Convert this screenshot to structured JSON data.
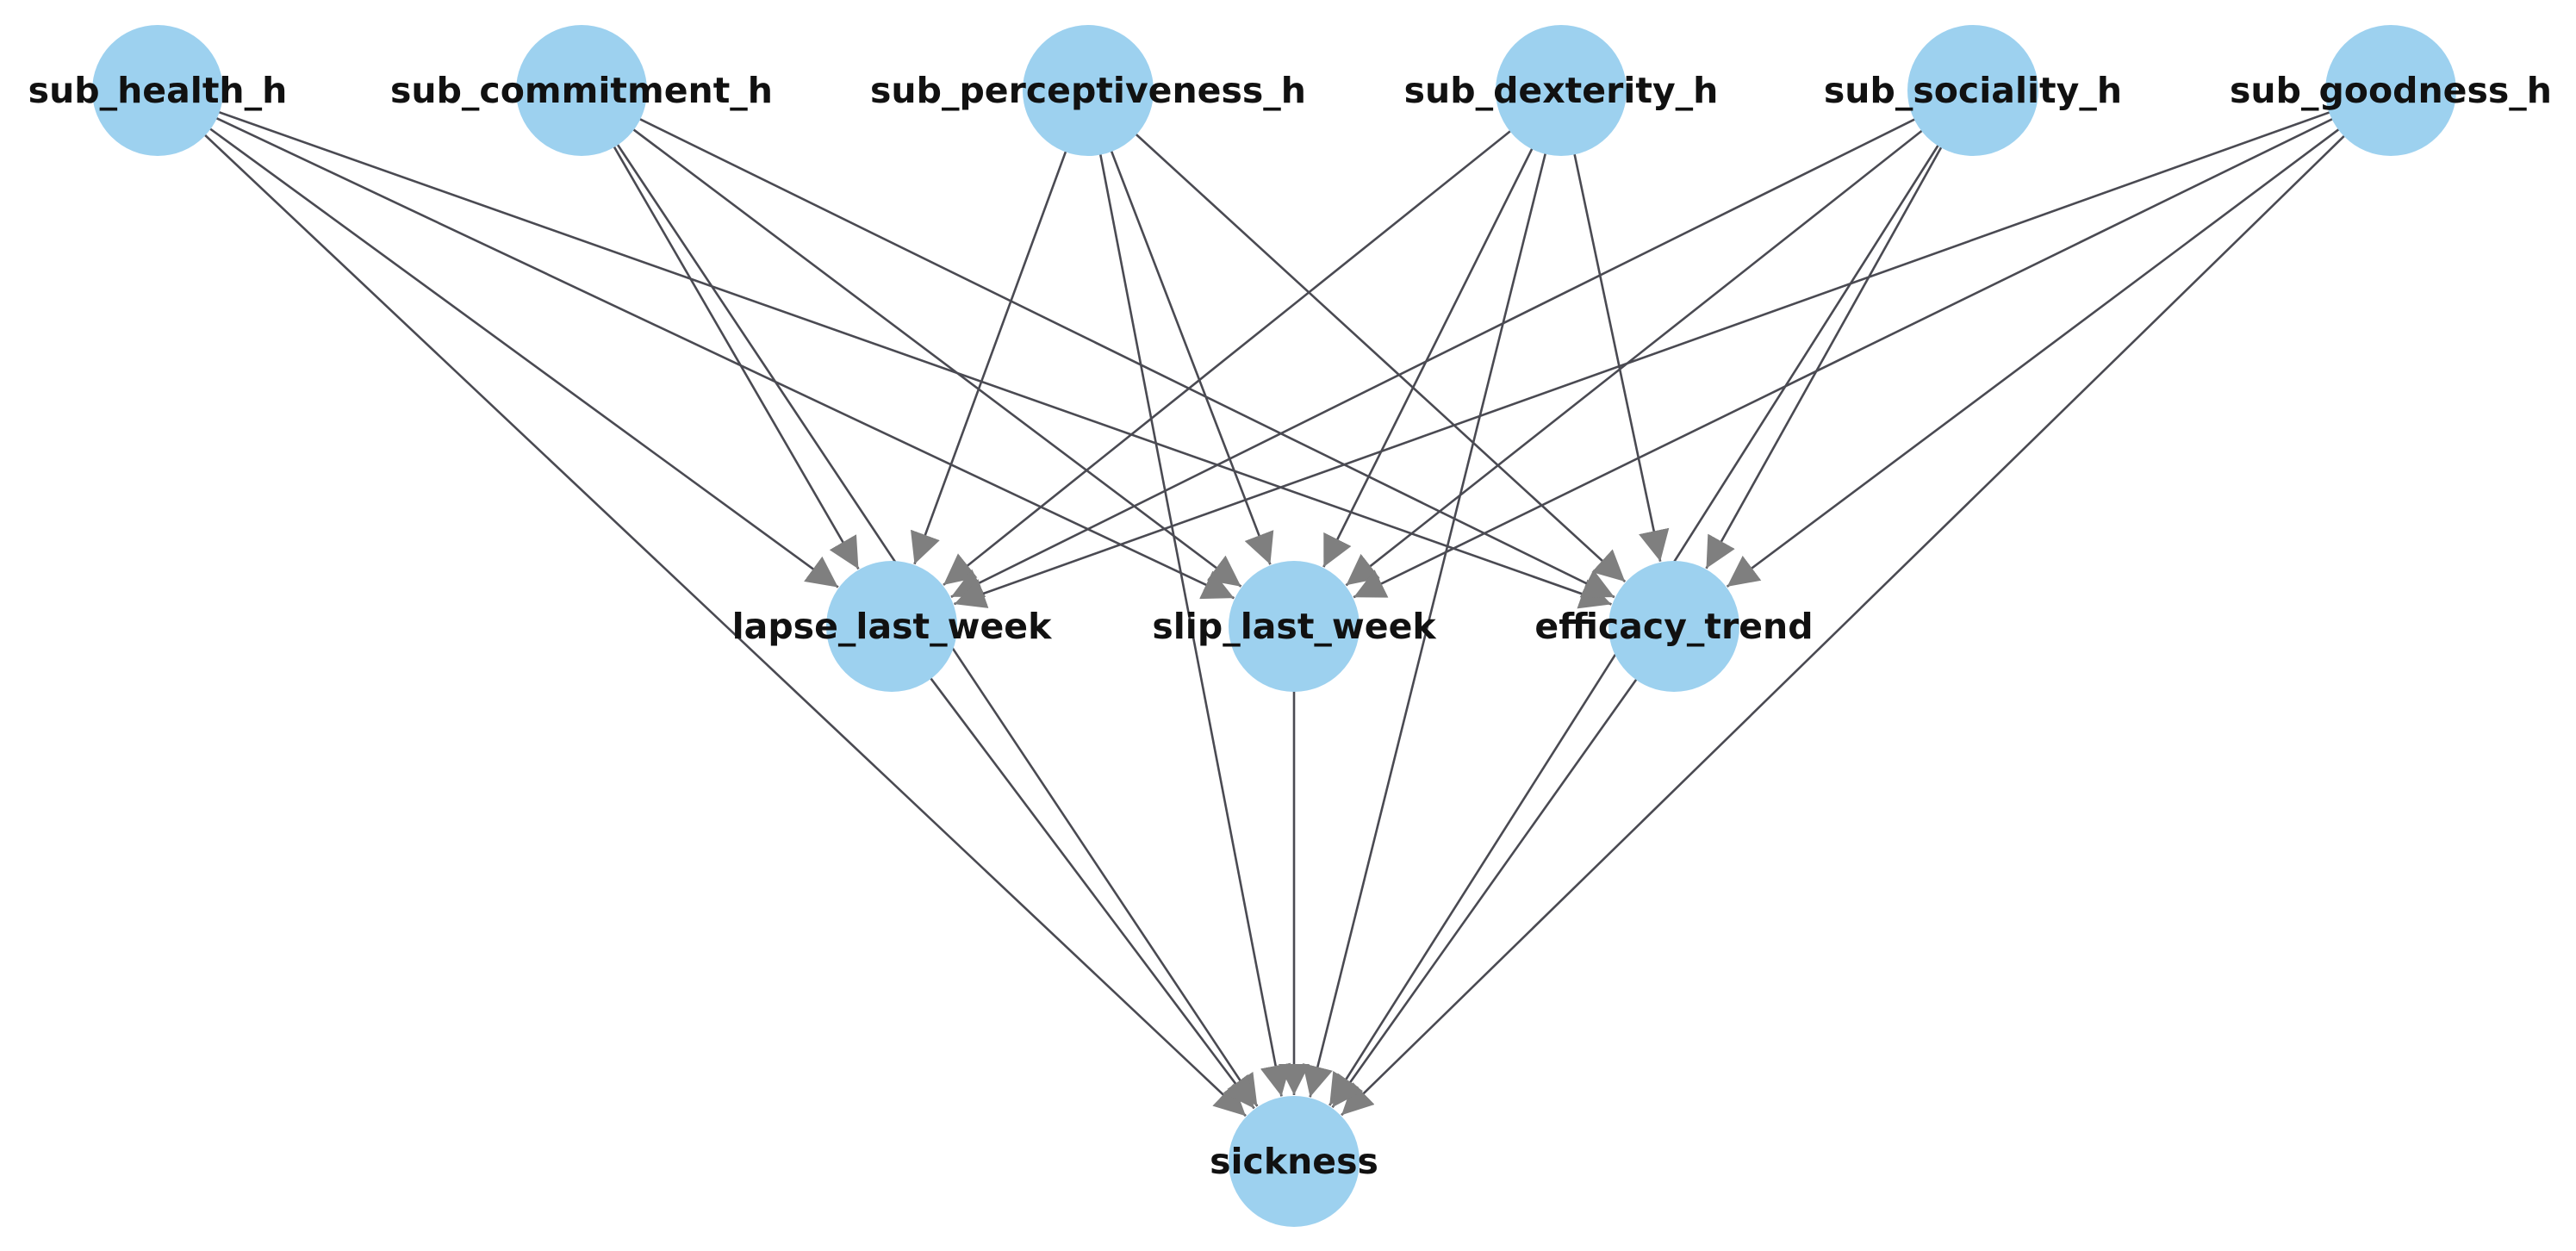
{
  "diagram": {
    "title": "",
    "colors": {
      "node_fill": "#9dd1ef",
      "edge": "#4a4a52",
      "arrowhead": "#7f7f7f",
      "label": "#111111",
      "background": "#ffffff"
    },
    "nodes": [
      {
        "id": "sub_health_h",
        "label": "sub_health_h",
        "layer": 0
      },
      {
        "id": "sub_commitment_h",
        "label": "sub_commitment_h",
        "layer": 0
      },
      {
        "id": "sub_perceptiveness_h",
        "label": "sub_perceptiveness_h",
        "layer": 0
      },
      {
        "id": "sub_dexterity_h",
        "label": "sub_dexterity_h",
        "layer": 0
      },
      {
        "id": "sub_sociality_h",
        "label": "sub_sociality_h",
        "layer": 0
      },
      {
        "id": "sub_goodness_h",
        "label": "sub_goodness_h",
        "layer": 0
      },
      {
        "id": "lapse_last_week",
        "label": "lapse_last_week",
        "layer": 1
      },
      {
        "id": "slip_last_week",
        "label": "slip_last_week",
        "layer": 1
      },
      {
        "id": "efficacy_trend",
        "label": "efficacy_trend",
        "layer": 1
      },
      {
        "id": "sickness",
        "label": "sickness",
        "layer": 2
      }
    ],
    "edges": [
      {
        "from": "sub_health_h",
        "to": "lapse_last_week"
      },
      {
        "from": "sub_health_h",
        "to": "slip_last_week"
      },
      {
        "from": "sub_health_h",
        "to": "efficacy_trend"
      },
      {
        "from": "sub_health_h",
        "to": "sickness"
      },
      {
        "from": "sub_commitment_h",
        "to": "lapse_last_week"
      },
      {
        "from": "sub_commitment_h",
        "to": "slip_last_week"
      },
      {
        "from": "sub_commitment_h",
        "to": "efficacy_trend"
      },
      {
        "from": "sub_commitment_h",
        "to": "sickness"
      },
      {
        "from": "sub_perceptiveness_h",
        "to": "lapse_last_week"
      },
      {
        "from": "sub_perceptiveness_h",
        "to": "slip_last_week"
      },
      {
        "from": "sub_perceptiveness_h",
        "to": "efficacy_trend"
      },
      {
        "from": "sub_perceptiveness_h",
        "to": "sickness"
      },
      {
        "from": "sub_dexterity_h",
        "to": "lapse_last_week"
      },
      {
        "from": "sub_dexterity_h",
        "to": "slip_last_week"
      },
      {
        "from": "sub_dexterity_h",
        "to": "efficacy_trend"
      },
      {
        "from": "sub_dexterity_h",
        "to": "sickness"
      },
      {
        "from": "sub_sociality_h",
        "to": "lapse_last_week"
      },
      {
        "from": "sub_sociality_h",
        "to": "slip_last_week"
      },
      {
        "from": "sub_sociality_h",
        "to": "efficacy_trend"
      },
      {
        "from": "sub_sociality_h",
        "to": "sickness"
      },
      {
        "from": "sub_goodness_h",
        "to": "lapse_last_week"
      },
      {
        "from": "sub_goodness_h",
        "to": "slip_last_week"
      },
      {
        "from": "sub_goodness_h",
        "to": "efficacy_trend"
      },
      {
        "from": "sub_goodness_h",
        "to": "sickness"
      },
      {
        "from": "lapse_last_week",
        "to": "sickness"
      },
      {
        "from": "slip_last_week",
        "to": "sickness"
      },
      {
        "from": "efficacy_trend",
        "to": "sickness"
      }
    ]
  }
}
